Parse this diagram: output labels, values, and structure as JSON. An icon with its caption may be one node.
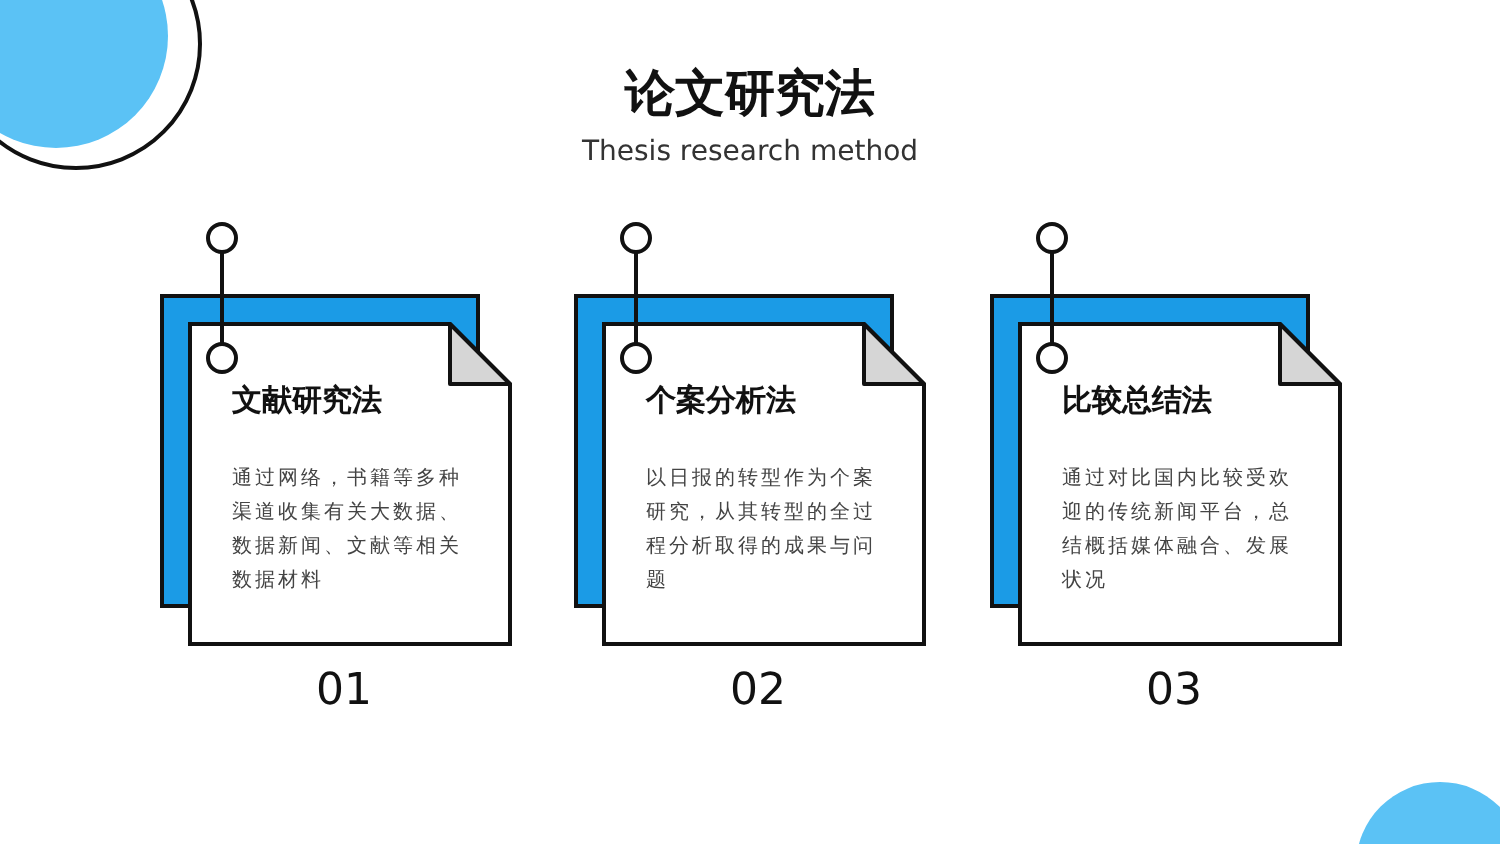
{
  "diagram": {
    "title": "论文研究法",
    "caption": "Thesis research method",
    "nodes": [
      {
        "text": [
          "文献研究法",
          "通过网络，书籍等多种渠道收集有关大数据、数据新闻、文献等相关数据材料"
        ],
        "beside": [
          "01"
        ]
      },
      {
        "text": [
          "个案分析法",
          "以日报的转型作为个案研究，从其转型的全过程分析取得的成果与问题"
        ],
        "beside": [
          "02"
        ]
      },
      {
        "text": [
          "比较总结法",
          "通过对比国内比较受欢迎的传统新闻平台，总结概括媒体融合、发展状况"
        ],
        "beside": [
          "03"
        ]
      }
    ]
  }
}
